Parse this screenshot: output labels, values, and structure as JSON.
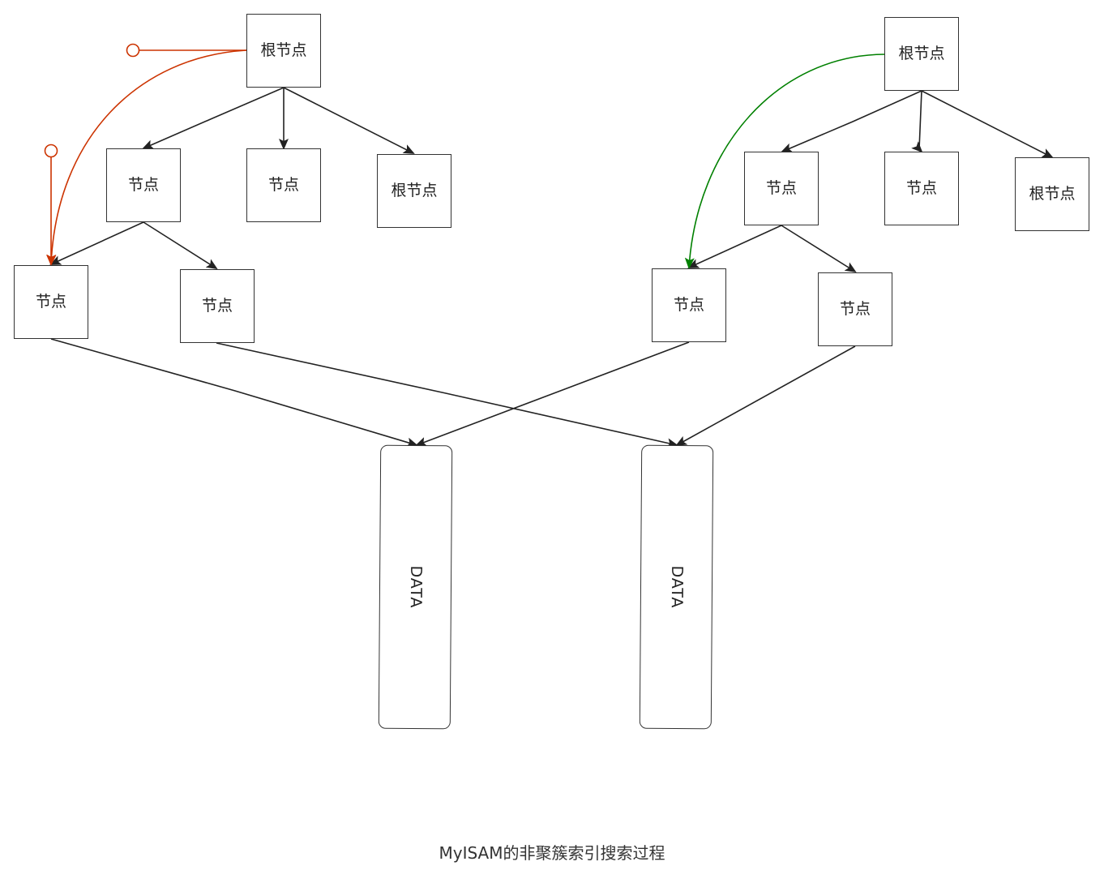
{
  "labels": {
    "root": "根节点",
    "node": "节点",
    "data": "DATA"
  },
  "caption": "MyISAM的非聚簇索引搜索过程",
  "colors": {
    "line": "#222222",
    "box_border": "#333333",
    "search_path_left": "#cc3300",
    "search_path_right": "#008000"
  }
}
